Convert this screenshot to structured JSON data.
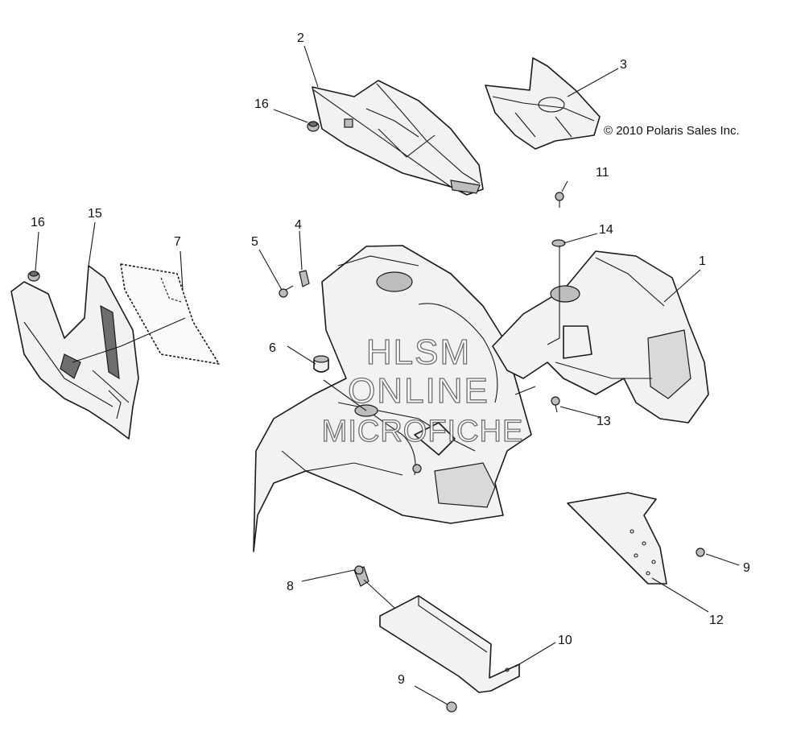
{
  "copyright": "© 2010 Polaris Sales Inc.",
  "watermark": {
    "line1": "HLSM",
    "line2": "ONLINE",
    "line3": "MICROFICHE"
  },
  "callouts": {
    "c1": "1",
    "c2": "2",
    "c3": "3",
    "c4": "4",
    "c5": "5",
    "c6": "6",
    "c7": "7",
    "c8": "8",
    "c9a": "9",
    "c9b": "9",
    "c10": "10",
    "c11": "11",
    "c12": "12",
    "c13": "13",
    "c14": "14",
    "c15": "15",
    "c16a": "16",
    "c16b": "16"
  }
}
